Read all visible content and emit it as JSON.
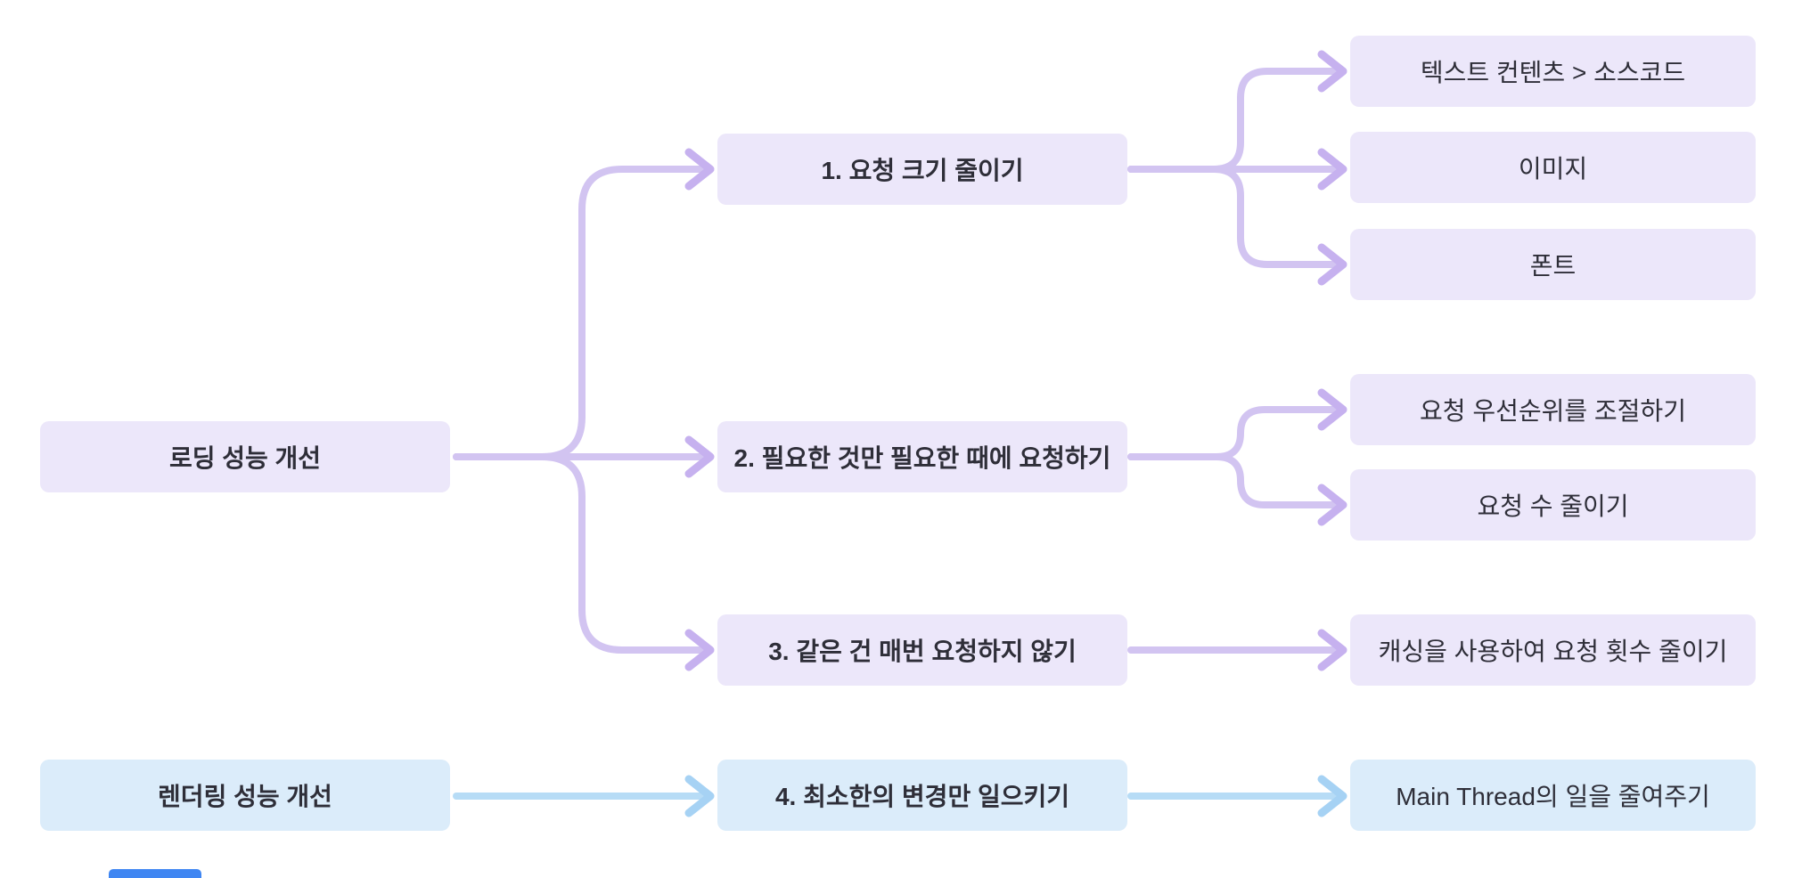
{
  "diagram": {
    "type": "mindmap-flowchart",
    "language": "ko"
  },
  "colors": {
    "canvas_bg": "#ffffff",
    "purple_node_bg": "#ece7fa",
    "blue_node_bg": "#dbecfa",
    "purple_connector": "#d2c4f1",
    "purple_arrowhead": "#c6b1ef",
    "blue_connector": "#b7dcf6",
    "blue_arrowhead": "#a6d2f4",
    "text_color": "#2e2e38",
    "clipped_bar": "#3f86f2"
  },
  "nodes": {
    "loading_root": {
      "label": "로딩 성능 개선",
      "theme": "purple"
    },
    "rendering_root": {
      "label": "렌더링 성능 개선",
      "theme": "blue"
    },
    "strategy1": {
      "label": "1. 요청 크기 줄이기",
      "theme": "purple"
    },
    "strategy2": {
      "label": "2. 필요한 것만 필요한 때에 요청하기",
      "theme": "purple"
    },
    "strategy3": {
      "label": "3. 같은 건 매번 요청하지 않기",
      "theme": "purple"
    },
    "strategy4": {
      "label": "4. 최소한의 변경만 일으키기",
      "theme": "blue"
    },
    "leaf_text_over_source": {
      "label": "텍스트 컨텐츠 > 소스코드",
      "theme": "purple"
    },
    "leaf_images": {
      "label": "이미지",
      "theme": "purple"
    },
    "leaf_fonts": {
      "label": "폰트",
      "theme": "purple"
    },
    "leaf_request_priority": {
      "label": "요청 우선순위를 조절하기",
      "theme": "purple"
    },
    "leaf_request_count": {
      "label": "요청 수 줄이기",
      "theme": "purple"
    },
    "leaf_caching": {
      "label": "캐싱을 사용하여 요청 횟수 줄이기",
      "theme": "purple"
    },
    "leaf_main_thread": {
      "label": "Main Thread의 일을 줄여주기",
      "theme": "blue"
    }
  }
}
